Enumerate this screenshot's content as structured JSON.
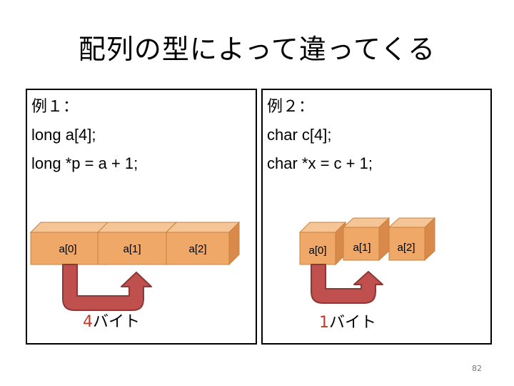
{
  "slide": {
    "title": "配列の型によって違ってくる",
    "page_number": "82"
  },
  "example1": {
    "heading": "例１：",
    "code_lines": [
      "long a[4];",
      "long *p = a + 1;"
    ],
    "cells": [
      "a[0]",
      "a[1]",
      "a[2]"
    ],
    "byte_count": "4",
    "byte_unit": "バイト"
  },
  "example2": {
    "heading": "例２：",
    "code_lines": [
      "char c[4];",
      "char *x = c + 1;"
    ],
    "cells": [
      "a[0]",
      "a[1]",
      "a[2]"
    ],
    "byte_count": "1",
    "byte_unit": "バイト"
  },
  "colors": {
    "box_front": "#f0a868",
    "box_top": "#f6c596",
    "box_side": "#d98a4a",
    "box_edge": "#c8803d",
    "arrow_fill": "#c0504d",
    "arrow_stroke": "#8c3836",
    "byte_number": "#c0392b"
  }
}
